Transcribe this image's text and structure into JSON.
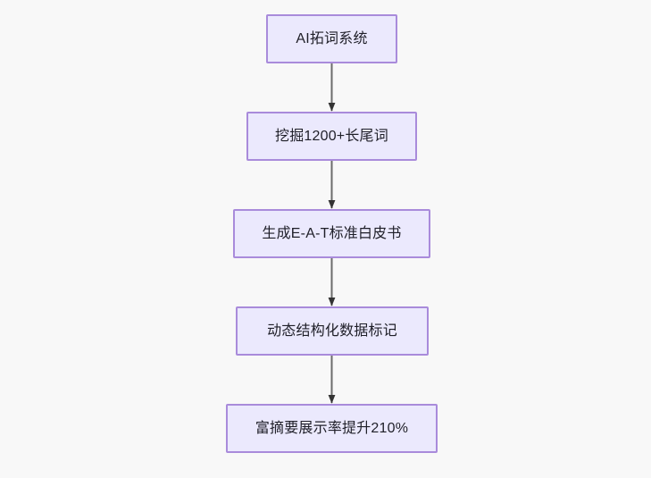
{
  "diagram": {
    "type": "flowchart",
    "direction": "top-to-bottom",
    "background_color": "#f8f8f8",
    "node_fill_color": "#ebe9fd",
    "node_border_color": "#a98bdb",
    "node_text_color": "#1f1f28",
    "edge_color": "#6b6b6b",
    "arrowhead_color": "#333333",
    "nodes": [
      {
        "id": "n0",
        "label": "AI拓词系统"
      },
      {
        "id": "n1",
        "label": "挖掘1200+长尾词"
      },
      {
        "id": "n2",
        "label": "生成E-A-T标准白皮书"
      },
      {
        "id": "n3",
        "label": "动态结构化数据标记"
      },
      {
        "id": "n4",
        "label": "富摘要展示率提升210%"
      }
    ],
    "edges": [
      {
        "from": "n0",
        "to": "n1",
        "label": ""
      },
      {
        "from": "n1",
        "to": "n2",
        "label": ""
      },
      {
        "from": "n2",
        "to": "n3",
        "label": ""
      },
      {
        "from": "n3",
        "to": "n4",
        "label": ""
      }
    ]
  }
}
